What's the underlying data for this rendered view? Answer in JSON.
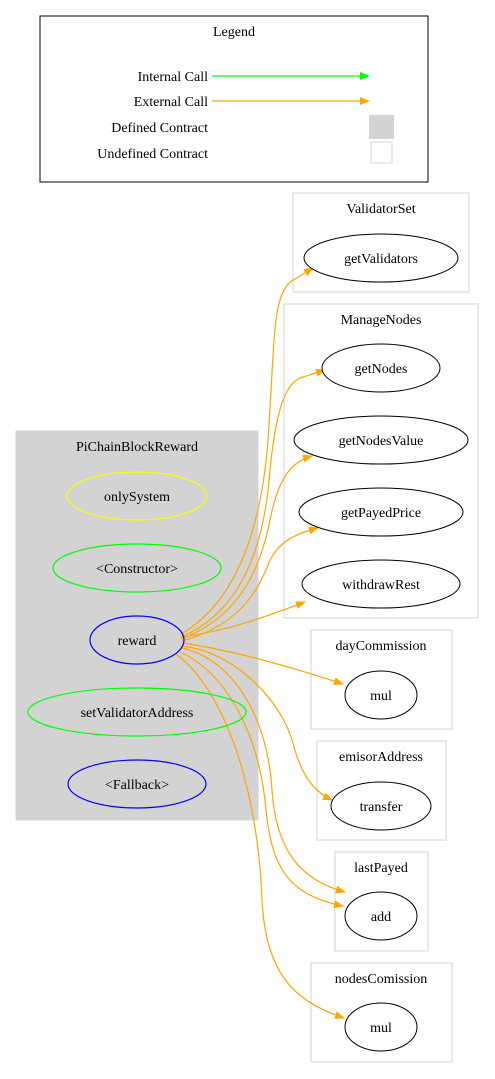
{
  "legend": {
    "title": "Legend",
    "internal_call": "Internal Call",
    "external_call": "External Call",
    "defined_contract": "Defined Contract",
    "undefined_contract": "Undefined Contract"
  },
  "contracts": {
    "main": {
      "name": "PiChainBlockReward",
      "functions": {
        "only_system": "onlySystem",
        "constructor": "<Constructor>",
        "reward": "reward",
        "set_validator_address": "setValidatorAddress",
        "fallback": "<Fallback>"
      }
    },
    "validator_set": {
      "name": "ValidatorSet",
      "functions": {
        "get_validators": "getValidators"
      }
    },
    "manage_nodes": {
      "name": "ManageNodes",
      "functions": {
        "get_nodes": "getNodes",
        "get_nodes_value": "getNodesValue",
        "get_payed_price": "getPayedPrice",
        "withdraw_rest": "withdrawRest"
      }
    },
    "day_commission": {
      "name": "dayCommission",
      "functions": {
        "mul": "mul"
      }
    },
    "emisor_address": {
      "name": "emisorAddress",
      "functions": {
        "transfer": "transfer"
      }
    },
    "last_payed": {
      "name": "lastPayed",
      "functions": {
        "add": "add"
      }
    },
    "nodes_comission": {
      "name": "nodesComission",
      "functions": {
        "mul": "mul"
      }
    }
  },
  "colors": {
    "internal_call": "#00ff00",
    "external_call": "#ffa500",
    "defined_contract_fill": "#d3d3d3",
    "undefined_contract_border": "#d3d3d3",
    "modifier": "#ffff00",
    "internal_function": "#00ff00",
    "public_function": "#0000ff"
  },
  "edges": [
    {
      "from": "reward",
      "to": "getValidators",
      "type": "external"
    },
    {
      "from": "reward",
      "to": "getNodes",
      "type": "external"
    },
    {
      "from": "reward",
      "to": "getNodesValue",
      "type": "external"
    },
    {
      "from": "reward",
      "to": "getPayedPrice",
      "type": "external"
    },
    {
      "from": "reward",
      "to": "withdrawRest",
      "type": "external"
    },
    {
      "from": "reward",
      "to": "dayCommission.mul",
      "type": "external"
    },
    {
      "from": "reward",
      "to": "transfer",
      "type": "external"
    },
    {
      "from": "reward",
      "to": "add",
      "type": "external"
    },
    {
      "from": "reward",
      "to": "add",
      "type": "external"
    },
    {
      "from": "reward",
      "to": "nodesComission.mul",
      "type": "external"
    }
  ]
}
